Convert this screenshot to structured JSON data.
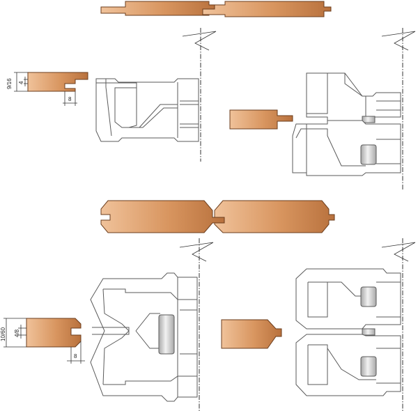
{
  "colors": {
    "wood_light": "#f0c29a",
    "wood_mid": "#d8955f",
    "wood_dark": "#b8713d",
    "tool_line": "#5a5a5a",
    "knife_light": "#f2f2f2",
    "knife_dark": "#a8a8a8"
  },
  "dimensions": {
    "profile1_thickness": "9/16",
    "profile1_tongue": "4",
    "profile1_depth": "8",
    "profile2_thickness": "10/60",
    "profile2_tongue": "4/8",
    "profile2_depth": "8"
  }
}
